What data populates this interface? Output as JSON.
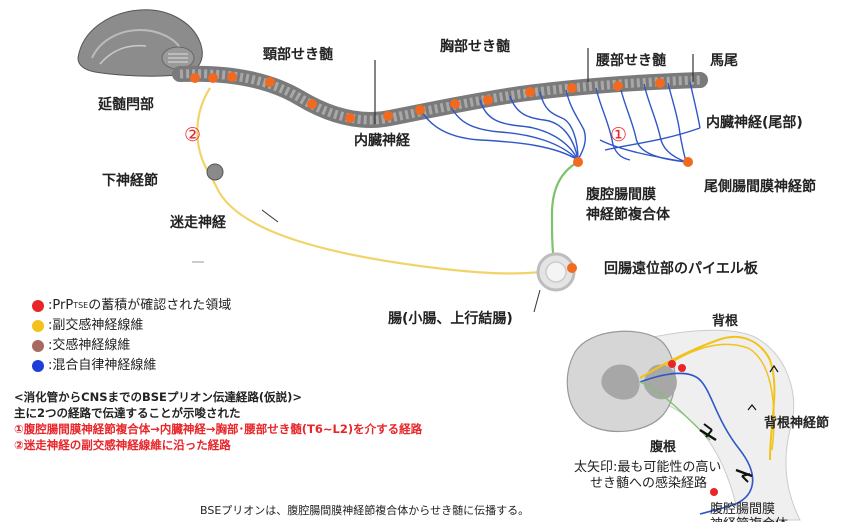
{
  "labels": {
    "cervical": "頸部せき髄",
    "thoracic": "胸部せき髄",
    "lumbar": "腰部せき髄",
    "cauda": "馬尾",
    "medulla": "延髄閂部",
    "splanchnic": "内臓神経",
    "splanchnic_tail": "内臓神経(尾部)",
    "nodose": "下神経節",
    "caudal_mesenteric": "尾側腸間膜神経節",
    "celiac_line1": "腹腔腸間膜",
    "celiac_line2": "神経節複合体",
    "vagus": "迷走神経",
    "peyer": "回腸遠位部のパイエル板",
    "intestine": "腸(小腸、上行結腸)",
    "route1": "①",
    "route2": "②"
  },
  "legend": [
    {
      "color": "#e8262a",
      "prefix": ":PrP",
      "sup": "TSE",
      "suffix": "の蓄積が確認された領域"
    },
    {
      "color": "#f2c21a",
      "prefix": ":副交感神経線維",
      "sup": "",
      "suffix": ""
    },
    {
      "color": "#a86a60",
      "prefix": ":交感神経線維",
      "sup": "",
      "suffix": ""
    },
    {
      "color": "#1d3fd8",
      "prefix": ":混合自律神経線維",
      "sup": "",
      "suffix": ""
    }
  ],
  "notes": {
    "heading": "<消化管からCNSまでのBSEプリオン伝達経路(仮説)>",
    "sub": "主に2つの経路で伝達することが示唆された",
    "route1": "①腹腔腸間膜神経節複合体→内臓神経→胸部･腰部せき髄(T6~L2)を介する経路",
    "route2": "②迷走神経の副交感神経線維に沿った経路"
  },
  "inset": {
    "dorsal_root": "背根",
    "dorsal_root_ganglion": "背根神経節",
    "ventral_root": "腹根",
    "arrow_note_1": "太矢印:最も可能性の高い",
    "arrow_note_2": "せき髄への感染経路",
    "celiac": "腹腔腸間膜",
    "celiac_2": "神経節複合体"
  },
  "caption": "BSEプリオンは、腹腔腸間膜神経節複合体からせき髄に伝播する。",
  "colors": {
    "prp": "#e8262a",
    "parasympathetic": "#f2c21a",
    "sympathetic": "#a86a60",
    "mixed": "#1d3fd8",
    "green_fiber": "#7cc46a"
  }
}
